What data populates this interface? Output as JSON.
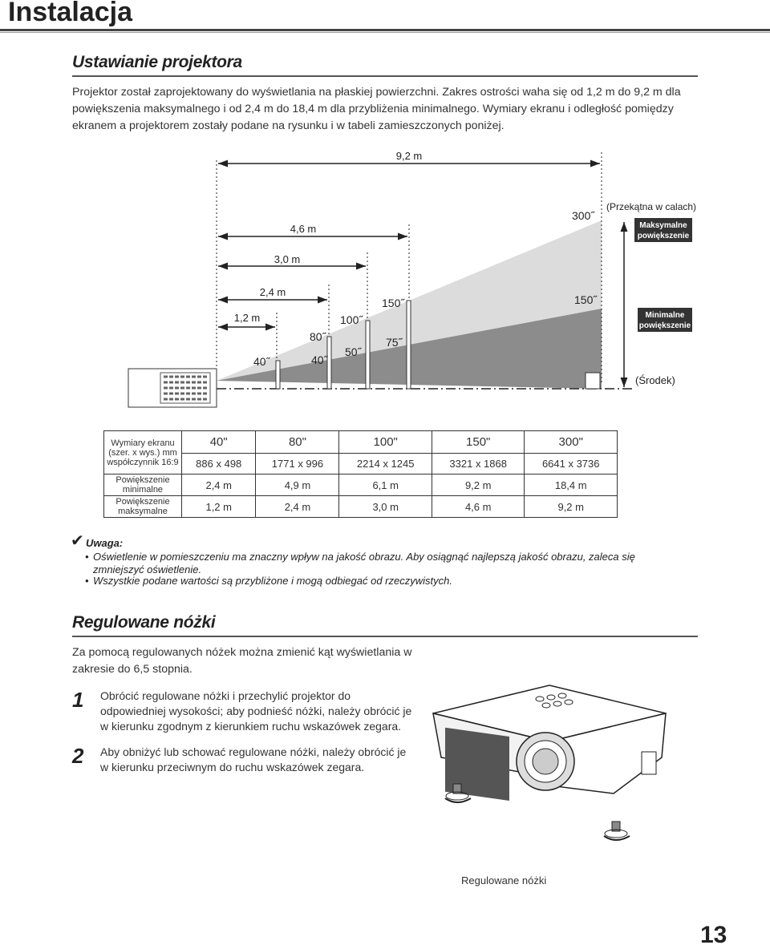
{
  "page_title": "Instalacja",
  "section1": {
    "title": "Ustawianie projektora",
    "paragraph": "Projektor został zaprojektowany do wyświetlania na płaskiej powierzchni. Zakres ostrości waha się od 1,2 m do 9,2 m dla powiększenia maksymalnego i od 2,4 m do 18,4 m dla przybliżenia minimalnego. Wymiary ekranu i odległość pomiędzy ekranem a projektorem zostały podane na rysunku i w tabeli zamieszczonych poniżej."
  },
  "diagram": {
    "dist_92": "9,2 m",
    "dist_46": "4,6 m",
    "dist_30": "3,0 m",
    "dist_24": "2,4 m",
    "dist_12": "1,2 m",
    "diag_label": "(Przekątna w calach)",
    "size_300": "300˝",
    "size_150_top": "150˝",
    "size_150_right": "150˝",
    "size_100": "100˝",
    "size_80": "80˝",
    "size_75": "75˝",
    "size_50": "50˝",
    "size_40a": "40˝",
    "size_40b": "40˝",
    "max_zoom_1": "Maksymalne",
    "max_zoom_2": "powiększenie",
    "min_zoom_1": "Minimalne",
    "min_zoom_2": "powiększenie",
    "center": "(Środek)"
  },
  "table": {
    "row_headers": {
      "screen_size_1": "Wymiary ekranu",
      "screen_size_2": "(szer. x wys.) mm",
      "ratio": "współczynnik 16:9",
      "min_zoom_1": "Powiększenie",
      "min_zoom_2": "minimalne",
      "max_zoom_1": "Powiększenie",
      "max_zoom_2": "maksymalne"
    },
    "sizes": [
      "40\"",
      "80\"",
      "100\"",
      "150\"",
      "300\""
    ],
    "dimensions": [
      "886 x 498",
      "1771 x 996",
      "2214 x 1245",
      "3321 x 1868",
      "6641 x 3736"
    ],
    "min_zoom": [
      "2,4 m",
      "4,9 m",
      "6,1 m",
      "9,2 m",
      "18,4 m"
    ],
    "max_zoom": [
      "1,2 m",
      "2,4 m",
      "3,0 m",
      "4,6 m",
      "9,2 m"
    ]
  },
  "note": {
    "heading": "Uwaga:",
    "item1": "Oświetlenie w pomieszczeniu ma znaczny wpływ na jakość obrazu. Aby osiągnąć najlepszą jakość obrazu, zaleca się zmniejszyć oświetlenie.",
    "item2": "Wszystkie podane wartości są przybliżone i mogą odbiegać od rzeczywistych."
  },
  "section2": {
    "title": "Regulowane nóżki",
    "paragraph": "Za pomocą regulowanych nóżek można zmienić kąt wyświetlania w zakresie do 6,5 stopnia.",
    "step1_num": "1",
    "step1_text": "Obrócić regulowane nóżki i przechylić projektor do odpowiedniej wysokości; aby podnieść nóżki, należy obrócić je w kierunku zgodnym z kierunkiem ruchu wskazówek zegara.",
    "step2_num": "2",
    "step2_text": "Aby obniżyć lub schować regulowane nóżki, należy obrócić je w kierunku przeciwnym do ruchu wskazówek zegara.",
    "caption": "Regulowane nóżki"
  },
  "page_number": "13"
}
